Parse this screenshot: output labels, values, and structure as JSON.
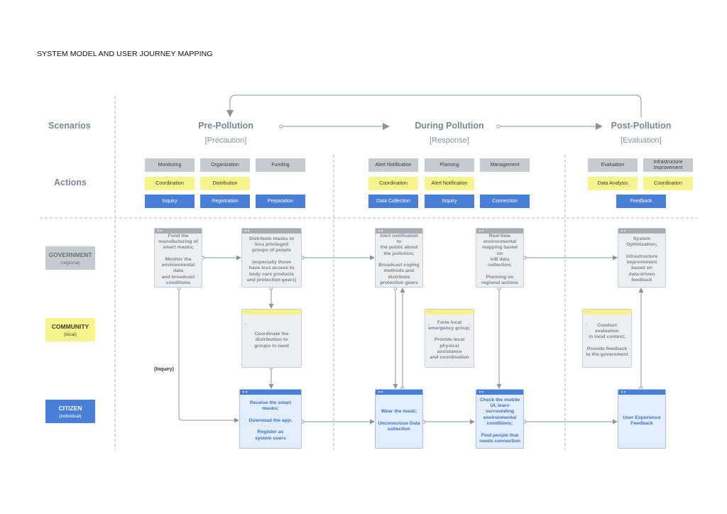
{
  "title": "SYSTEM MODEL AND USER JOURNEY MAPPING",
  "row_labels": {
    "scenarios": "Scenarios",
    "actions": "Actions"
  },
  "phases": [
    {
      "title": "Pre-Pollution",
      "subtitle": "[Precaution]"
    },
    {
      "title": "During Pollution",
      "subtitle": "[Response]"
    },
    {
      "title": "Post-Pollution",
      "subtitle": "[Evaluation]"
    }
  ],
  "actions": {
    "pre": {
      "gray": [
        "Monitoring",
        "Organization",
        "Funding"
      ],
      "yellow": [
        "Coordination",
        "Distribution"
      ],
      "blue": [
        "Inquiry",
        "Registration",
        "Preparation"
      ]
    },
    "during": {
      "gray": [
        "Alert Notification",
        "Planning",
        "Management"
      ],
      "yellow": [
        "Coordination",
        "Alert Notification"
      ],
      "blue": [
        "Data Collection",
        "Inquiry",
        "Connection"
      ]
    },
    "post": {
      "gray": [
        "Evaluation",
        "Infrastructure Improvement"
      ],
      "yellow": [
        "Data Analysis",
        "Coordination"
      ],
      "blue": [
        "Feedback"
      ]
    }
  },
  "actors": {
    "government": {
      "name": "GOVERNMENT",
      "sub": "(regional)"
    },
    "community": {
      "name": "COMMUNITY",
      "sub": "(local)"
    },
    "citizen": {
      "name": "CITIZEN",
      "sub": "(individual)"
    }
  },
  "cards": {
    "gov1": "Fund the\nmanufacturing of\nsmart masks;\n\nMonitor the\nenvironmental data\nand broadcast\nconditions",
    "gov2": "Distribute masks to\nless privileged\ngroups of people\n\n(especially those\nhave less access to\nbody care products\nand protection gears)",
    "gov3": "Alert notification to\nthe public about\nthe pollution;\n\nBroadcast coping\nmethods and\ndistribute\nprotection gears",
    "gov4": "Real-time\nenvironmental\nmapping based on\nIoB data collection;\n\nPlanning on\nregional actions",
    "gov5": "System\nOptimization;\n\nInfrastructure\nimprovement\nbased on\ndata-driven\nfeedback",
    "com1": "Coordinate the\ndistribution to\ngroups in need",
    "com2": "Form local\nemergency group;\n\nProvide local\nphysical assistance\nand coordination",
    "com3": "Conduct evaluation\nin local context;\n\nProvide feedback\nto the government",
    "cit1": "Receive the smart\nmasks;\n\nDownload the app;\n\nRegister as\nsystem users",
    "cit2": "Wear the mask;\n\nUnconscious Data\ncollection",
    "cit3": "Check the mobile\nUI, learn\nsurrounding\nenvironmental\nconditions;\n\nFind people that\nneeds connection",
    "cit4": "User Experience\nFeedback"
  },
  "inquiry_note": "(Inquiry)",
  "colors": {
    "gray": "#c7cbd1",
    "yellow": "#f6f48e",
    "blue": "#4a7fd8",
    "line": "#8d939a"
  }
}
